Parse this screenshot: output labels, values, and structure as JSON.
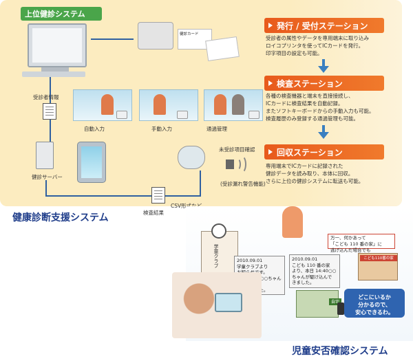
{
  "top_panel": {
    "tag": "上位健診システム",
    "system_title": "健康診断支援システム"
  },
  "stations": [
    {
      "title": "発行 / 受付ステーション",
      "lines": [
        "受診者の属性やデータを専用端末に取り込み",
        "ロイコプリンタを使ってICカードを発行。",
        "印字項目の設定も可能。"
      ]
    },
    {
      "title": "検査ステーション",
      "lines": [
        "各種の検査機器と端末を直接接続し、",
        "ICカードに検査結果を自動記録。",
        "またソフトキーボードからの手動入力も可能。",
        "検査履歴のみ登録する通過管理も可能。"
      ]
    },
    {
      "title": "回収ステーション",
      "lines": [
        "専用端末でICカードに記録された",
        "健診データを読み取り、本体に回収。",
        "さらに上位の健診システムに転送も可能。"
      ]
    }
  ],
  "labels": {
    "patient_info": "受診者情報",
    "auto_input": "自動入力",
    "manual_input": "手動入力",
    "pass_management": "通過管理",
    "server": "健診サーバー",
    "unchecked": "未受診項目確認",
    "alarm": "(受診漏れ警告機能)",
    "csv": "CSV形式など",
    "results": "検査結果",
    "card_text": "健診カード"
  },
  "child_safety": {
    "title": "児童安否確認システム",
    "school_sign": "学童クラブ",
    "bubble_left": [
      "2010.09.01",
      "学童クラブより",
      "お知らせです。",
      "本日 14:00○○ちゃんが",
      "到着しました。"
    ],
    "bubble_mid": [
      "2010.09.01",
      "こども 110 番の家",
      "より、本日 14:40○○",
      "ちゃんが駆け込んで",
      "きました。"
    ],
    "emergency_sign": [
      "万一、何かあって",
      "「こども 110 番の家」に",
      "逃げ込んだ場合でも"
    ],
    "house_sign": "こども110番の家",
    "home_tag": "自宅",
    "relief": [
      "どこにいるか",
      "分かるので、",
      "安心できるわ。"
    ]
  },
  "colors": {
    "panel_bg": "#fcecc0",
    "station_orange": "#e85a1c",
    "tag_green": "#4aa54a",
    "title_navy": "#1f3d8a",
    "relief_blue": "#2f64b0"
  }
}
